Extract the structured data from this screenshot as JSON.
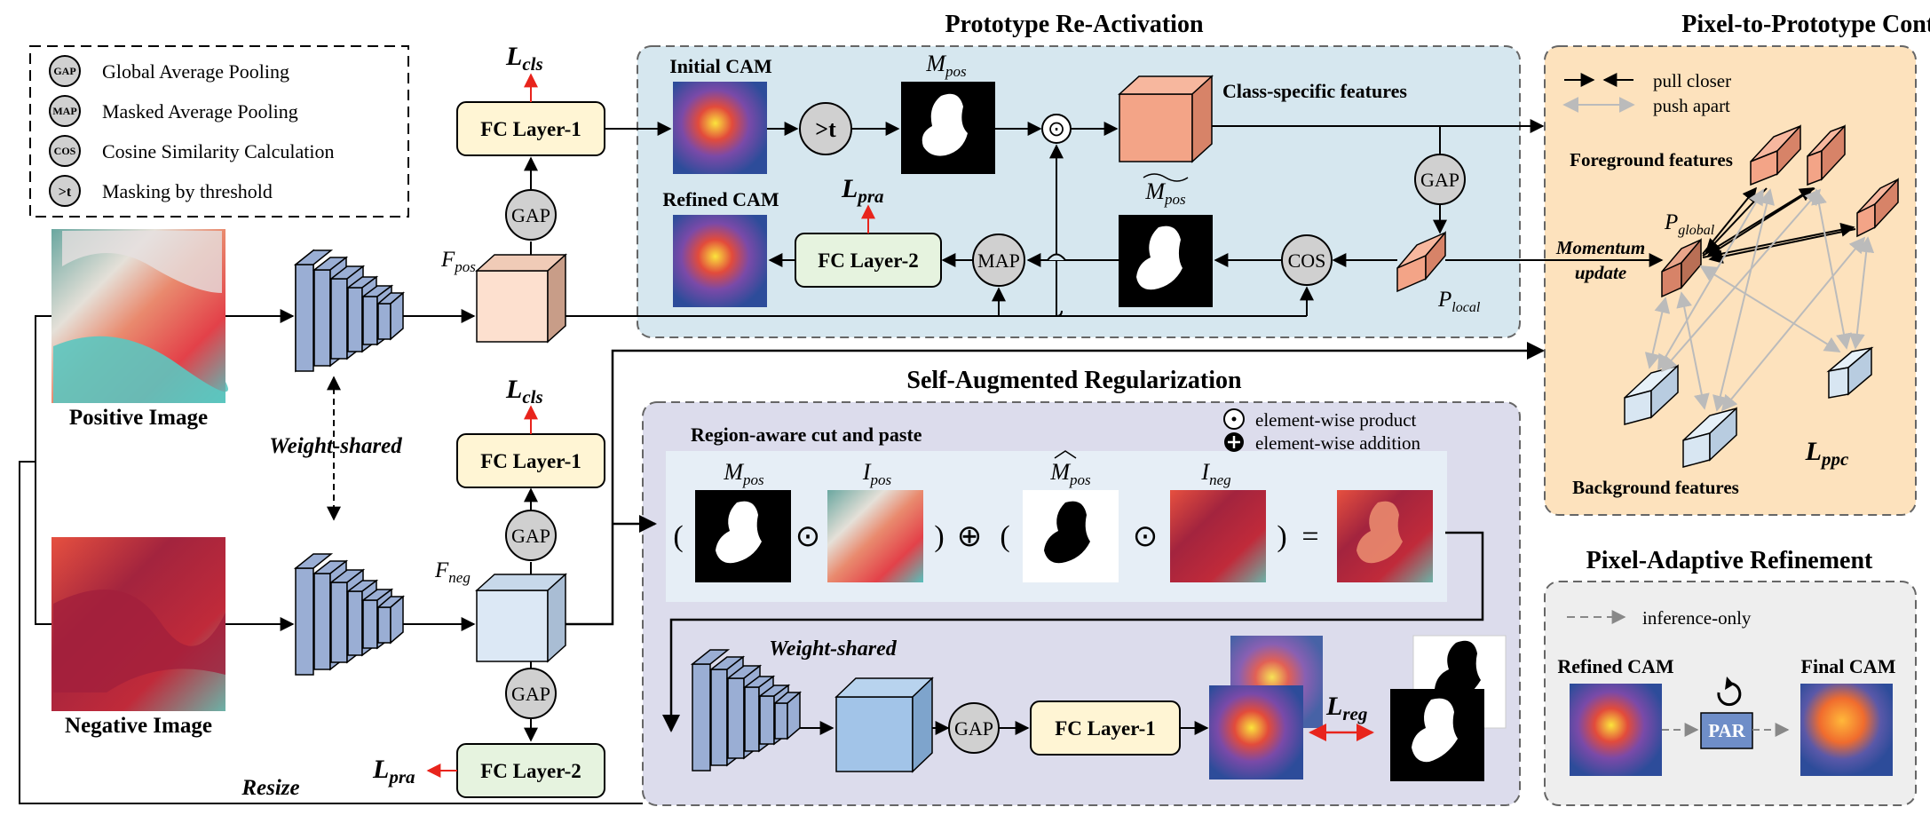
{
  "legend": {
    "items": [
      {
        "glyph": "GAP",
        "text": "Global Average Pooling"
      },
      {
        "glyph": "MAP",
        "text": "Masked Average Pooling"
      },
      {
        "glyph": "COS",
        "text": "Cosine Similarity Calculation"
      },
      {
        "glyph": ">t",
        "text": "Masking by threshold"
      }
    ]
  },
  "inputs": {
    "positive_label": "Positive Image",
    "negative_label": "Negative Image",
    "weight_shared": "Weight-shared",
    "resize": "Resize"
  },
  "nodes": {
    "gap": "GAP",
    "map": "MAP",
    "cos": "COS",
    "threshold": ">t",
    "odot": "⊙",
    "fc1": "FC Layer-1",
    "fc2": "FC Layer-2",
    "par": "PAR"
  },
  "symbols": {
    "f_pos_main": "F",
    "f_pos_sub": "pos",
    "f_neg_main": "F",
    "f_neg_sub": "neg",
    "m_pos_main": "M",
    "m_pos_sub": "pos",
    "mt_pos_main": "M",
    "mt_pos_sub": "pos",
    "mh_pos_main": "M",
    "mh_pos_sub": "pos",
    "i_pos_main": "I",
    "i_pos_sub": "pos",
    "i_neg_main": "I",
    "i_neg_sub": "neg",
    "p_local_main": "P",
    "p_local_sub": "local",
    "p_global_main": "P",
    "p_global_sub": "global"
  },
  "losses": {
    "l_main": "L",
    "cls": "cls",
    "pra": "pra",
    "reg": "reg",
    "ppc": "ppc"
  },
  "prototype_reactivation": {
    "title": "Prototype Re-Activation",
    "initial_cam": "Initial CAM",
    "refined_cam": "Refined CAM",
    "class_specific": "Class-specific features"
  },
  "pixel_contrast": {
    "title": "Pixel-to-Prototype Contrast",
    "pull": "pull closer",
    "push": "push apart",
    "foreground": "Foreground features",
    "background": "Background features",
    "momentum_1": "Momentum",
    "momentum_2": "update"
  },
  "self_aug": {
    "title": "Self-Augmented Regularization",
    "region_aware": "Region-aware cut and paste",
    "elem_product": "element-wise product",
    "elem_addition": "element-wise addition",
    "weight_shared": "Weight-shared",
    "eq_lparen": "(",
    "eq_rparen": ")",
    "eq_plus": "⊕",
    "eq_equals": "="
  },
  "par": {
    "title": "Pixel-Adaptive Refinement",
    "inference": "inference-only",
    "refined_cam": "Refined CAM",
    "final_cam": "Final CAM"
  },
  "colors": {
    "pra_bg": "#d6e7ef",
    "sar_bg": "#dcdcec",
    "ppc_bg": "#fde2bd",
    "par_bg": "#eeeeee",
    "fc1": "#fff5d4",
    "fc2": "#e6f3df",
    "loss_arrow": "#e8241c",
    "encoder": "#9aaed4"
  }
}
